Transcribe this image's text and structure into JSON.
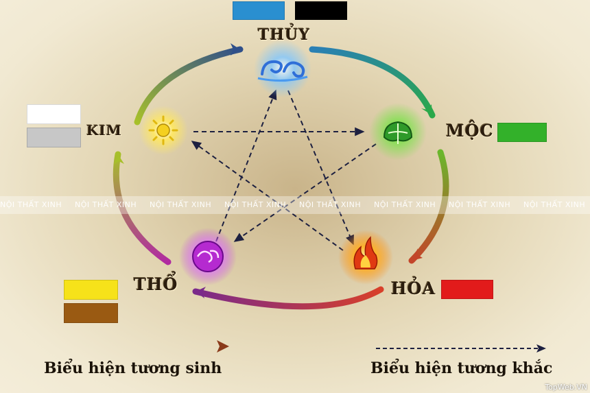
{
  "elements": {
    "thuy": {
      "label": "THỦY",
      "colors": [
        "#2a8fd0",
        "#000000"
      ],
      "icon": "water-wave-icon"
    },
    "moc": {
      "label": "MỘC",
      "colors": [
        "#33b12a"
      ],
      "icon": "wood-leaf-icon"
    },
    "hoa": {
      "label": "HỎA",
      "colors": [
        "#e21b1b"
      ],
      "icon": "fire-flame-icon"
    },
    "tho": {
      "label": "THỔ",
      "colors": [
        "#f6e21a",
        "#9a5a12"
      ],
      "icon": "earth-cloud-icon"
    },
    "kim": {
      "label": "KIM",
      "colors": [
        "#ffffff",
        "#c7c7c7"
      ],
      "icon": "metal-sun-icon"
    }
  },
  "watermark": "NỘI THẤT XINH",
  "legend": {
    "generating": "Biểu hiện tương sinh",
    "overcoming": "Biểu hiện tương khắc"
  },
  "credit": "TopWeb.VN"
}
